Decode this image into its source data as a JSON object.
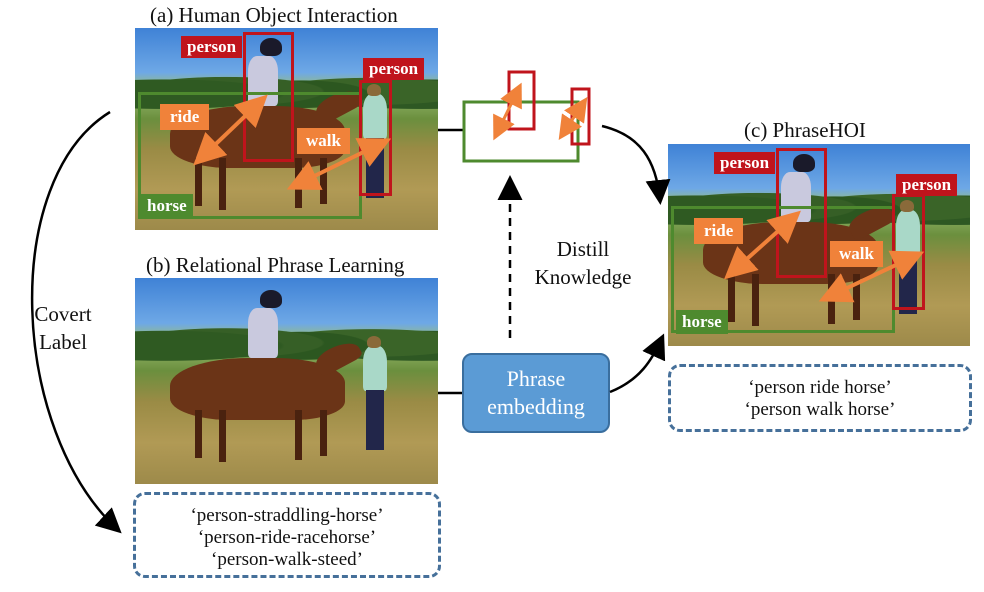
{
  "captions": {
    "a": "(a) Human Object Interaction",
    "b": "(b) Relational Phrase Learning",
    "c": "(c) PhraseHOI"
  },
  "labels": {
    "person": "person",
    "horse": "horse",
    "ride": "ride",
    "walk": "walk"
  },
  "side_labels": {
    "covert_line1": "Covert",
    "covert_line2": "Label",
    "distill_line1": "Distill",
    "distill_line2": "Knowledge"
  },
  "embedding": {
    "line1": "Phrase",
    "line2": "embedding"
  },
  "phrases_b": [
    "‘person-straddling-horse’",
    "‘person-ride-racehorse’",
    "‘person-walk-steed’"
  ],
  "phrases_c": [
    "‘person ride horse’",
    "‘person walk horse’"
  ],
  "colors": {
    "red": "#c0141c",
    "green": "#4e8a2e",
    "orange": "#f0823a",
    "blue": "#5b9bd5",
    "dash": "#46709a"
  }
}
